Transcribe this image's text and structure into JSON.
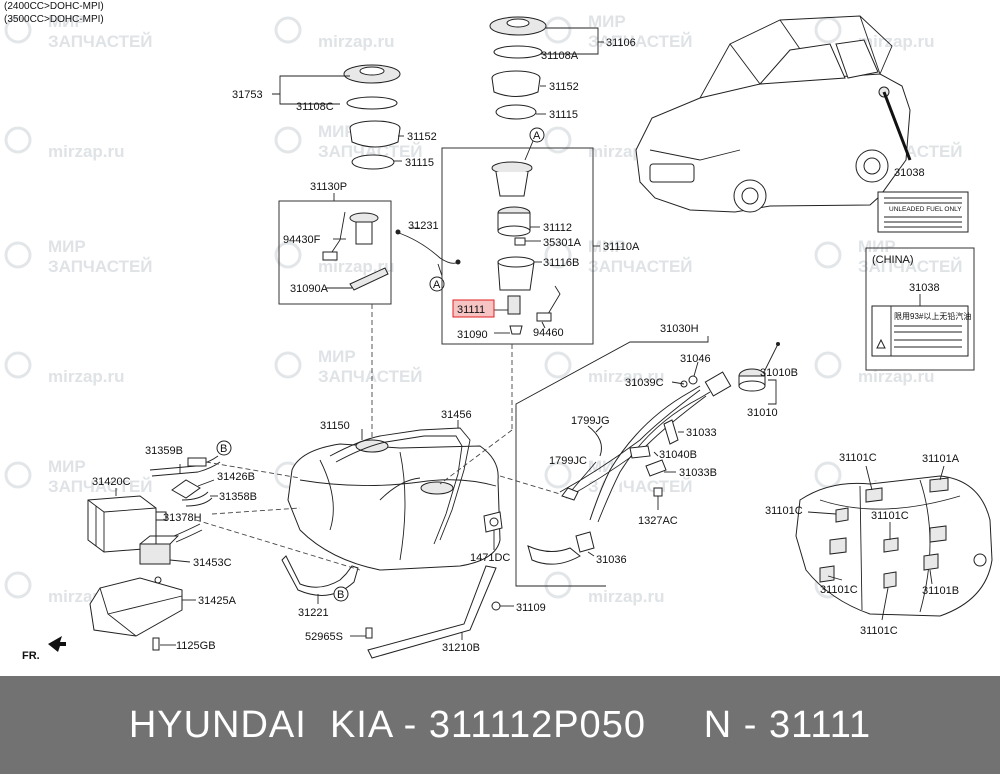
{
  "header": {
    "engine_1": "(2400CC>DOHC-MPI)",
    "engine_2": "(3500CC>DOHC-MPI)"
  },
  "watermark": {
    "line_1": "МИР",
    "line_2": "ЗАПЧАСТЕЙ",
    "site": "mirzap.ru"
  },
  "labels": {
    "p31753": "31753",
    "p31108C": "31108C",
    "p31152a": "31152",
    "p31115a": "31115",
    "p31130P": "31130P",
    "p94430F": "94430F",
    "p31231": "31231",
    "p31090A": "31090A",
    "p31106": "31106",
    "p31108A": "31108A",
    "p31152b": "31152",
    "p31115b": "31115",
    "p31112": "31112",
    "p35301A": "35301A",
    "p31110A": "31110A",
    "p31116B": "31116B",
    "p31111": "31111",
    "p31090": "31090",
    "p94460": "94460",
    "p31038a": "31038",
    "china": "(CHINA)",
    "p31038b": "31038",
    "p31030H": "31030H",
    "p31046": "31046",
    "p31039C": "31039C",
    "p31010B": "31010B",
    "p31010": "31010",
    "p1799JG": "1799JG",
    "p31033": "31033",
    "p31040B": "31040B",
    "p1799JC": "1799JC",
    "p31033B": "31033B",
    "p1327AC": "1327AC",
    "p31036": "31036",
    "p31150": "31150",
    "p31456": "31456",
    "p1471DC": "1471DC",
    "p31109": "31109",
    "p31210B": "31210B",
    "p31221": "31221",
    "p52965S": "52965S",
    "p31359B": "31359B",
    "p31420C": "31420C",
    "p31426B": "31426B",
    "p31358B": "31358B",
    "p31378H": "31378H",
    "p31453C": "31453C",
    "p31425A": "31425A",
    "p1125GB": "1125GB",
    "fr": "FR.",
    "p31101C_1": "31101C",
    "p31101A": "31101A",
    "p31101C_2": "31101C",
    "p31101C_3": "31101C",
    "p31101C_4": "31101C",
    "p31101B": "31101B",
    "p31101C_5": "31101C",
    "ref_A1": "A",
    "ref_A2": "A",
    "ref_B1": "B",
    "ref_B2": "B"
  },
  "caution_label": {
    "en_lines": [
      "UNLEADED FUEL ONLY"
    ],
    "cn_line": "限用93#以上无铅汽油"
  },
  "footer": {
    "text": "HYUNDAI  KIA - 311112P050     N - 31111"
  },
  "colors": {
    "highlight_fill": "#f7c4c4",
    "highlight_stroke": "#e02020",
    "footer_bg": "#727272"
  }
}
